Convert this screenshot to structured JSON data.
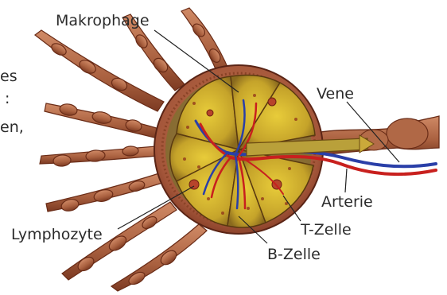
{
  "labels": {
    "makrophage": "Makrophage",
    "vene": "Vene",
    "arterie": "Arterie",
    "t_zelle": "T-Zelle",
    "b_zelle": "B-Zelle",
    "lymphozyte": "Lymphozyte"
  },
  "cropped_text": [
    "es",
    ":",
    "en,"
  ],
  "colors": {
    "node_fill": "#a85a3a",
    "node_edge": "#5a2415",
    "vessel_fill": "#b9704e",
    "lobule": "#c9a72a",
    "lobule_core": "#e0c22e",
    "vein": "#2a3fa8",
    "artery": "#c8201e",
    "leader": "#222222"
  }
}
